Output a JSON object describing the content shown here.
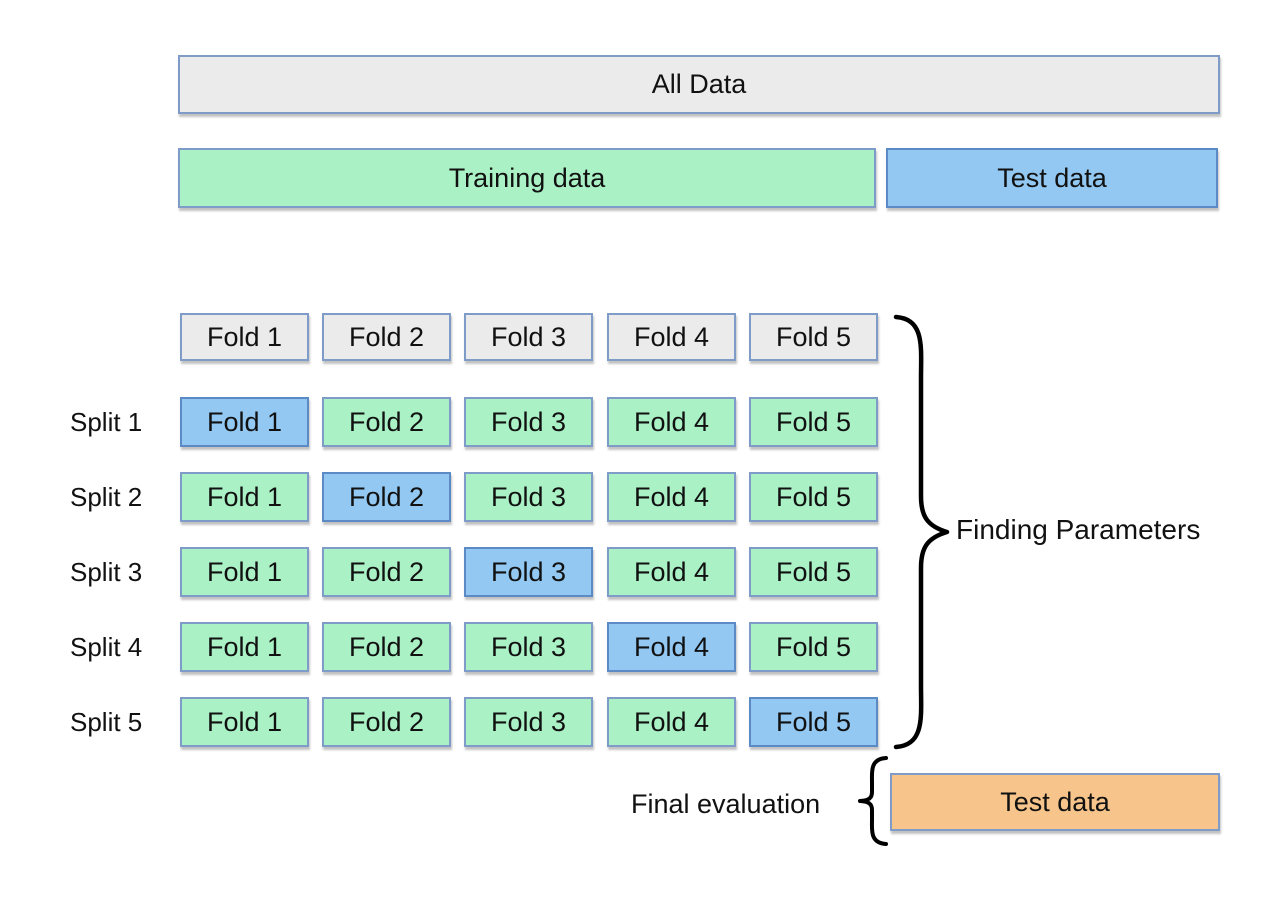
{
  "diagram": {
    "all_data_label": "All Data",
    "training_label": "Training data",
    "test_label": "Test data",
    "finding_parameters_label": "Finding Parameters",
    "final_evaluation_label": "Final evaluation",
    "final_test_label": "Test data"
  },
  "grid": {
    "header_folds": [
      "Fold 1",
      "Fold 2",
      "Fold 3",
      "Fold 4",
      "Fold 5"
    ],
    "splits": [
      {
        "label": "Split 1",
        "folds": [
          "Fold 1",
          "Fold 2",
          "Fold 3",
          "Fold 4",
          "Fold 5"
        ],
        "test_index": 0
      },
      {
        "label": "Split 2",
        "folds": [
          "Fold 1",
          "Fold 2",
          "Fold 3",
          "Fold 4",
          "Fold 5"
        ],
        "test_index": 1
      },
      {
        "label": "Split 3",
        "folds": [
          "Fold 1",
          "Fold 2",
          "Fold 3",
          "Fold 4",
          "Fold 5"
        ],
        "test_index": 2
      },
      {
        "label": "Split 4",
        "folds": [
          "Fold 1",
          "Fold 2",
          "Fold 3",
          "Fold 4",
          "Fold 5"
        ],
        "test_index": 3
      },
      {
        "label": "Split 5",
        "folds": [
          "Fold 1",
          "Fold 2",
          "Fold 3",
          "Fold 4",
          "Fold 5"
        ],
        "test_index": 4
      }
    ]
  },
  "colors": {
    "all_data_fill": "#ebebeb",
    "training_fill": "#aaf2c6",
    "test_fill": "#92c8f2",
    "final_test_fill": "#f7c58c",
    "box_border": "#7e9cc7",
    "test_box_border": "#5b8ac5",
    "text": "#111111",
    "background": "#ffffff"
  }
}
